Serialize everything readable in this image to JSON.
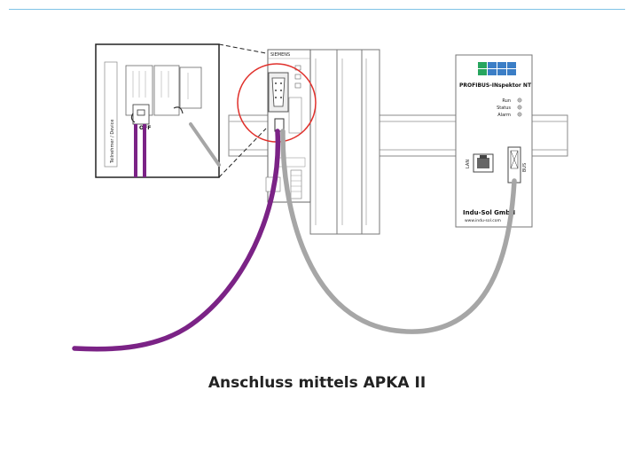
{
  "caption": "Anschluss mittels APKA II",
  "inset": {
    "side_label": "Teilnehmer / Device",
    "switch_label": "OFF"
  },
  "plc": {
    "brand": "SIEMENS"
  },
  "inspector": {
    "title": "PROFIBUS-INspektor NT",
    "leds": [
      "Run",
      "Status",
      "Alarm"
    ],
    "lan_label": "LAN",
    "bus_label": "BUS",
    "company": "Indu-Sol GmbH",
    "website": "www.indu-sol.com"
  },
  "colors": {
    "profibus_cable": "#7b2386",
    "patch_cable": "#a6a6a6",
    "highlight_circle": "#e0302b",
    "logo_green": "#27a55e",
    "logo_blue": "#3b7ec6",
    "accent_rule": "#7fc3e6"
  }
}
